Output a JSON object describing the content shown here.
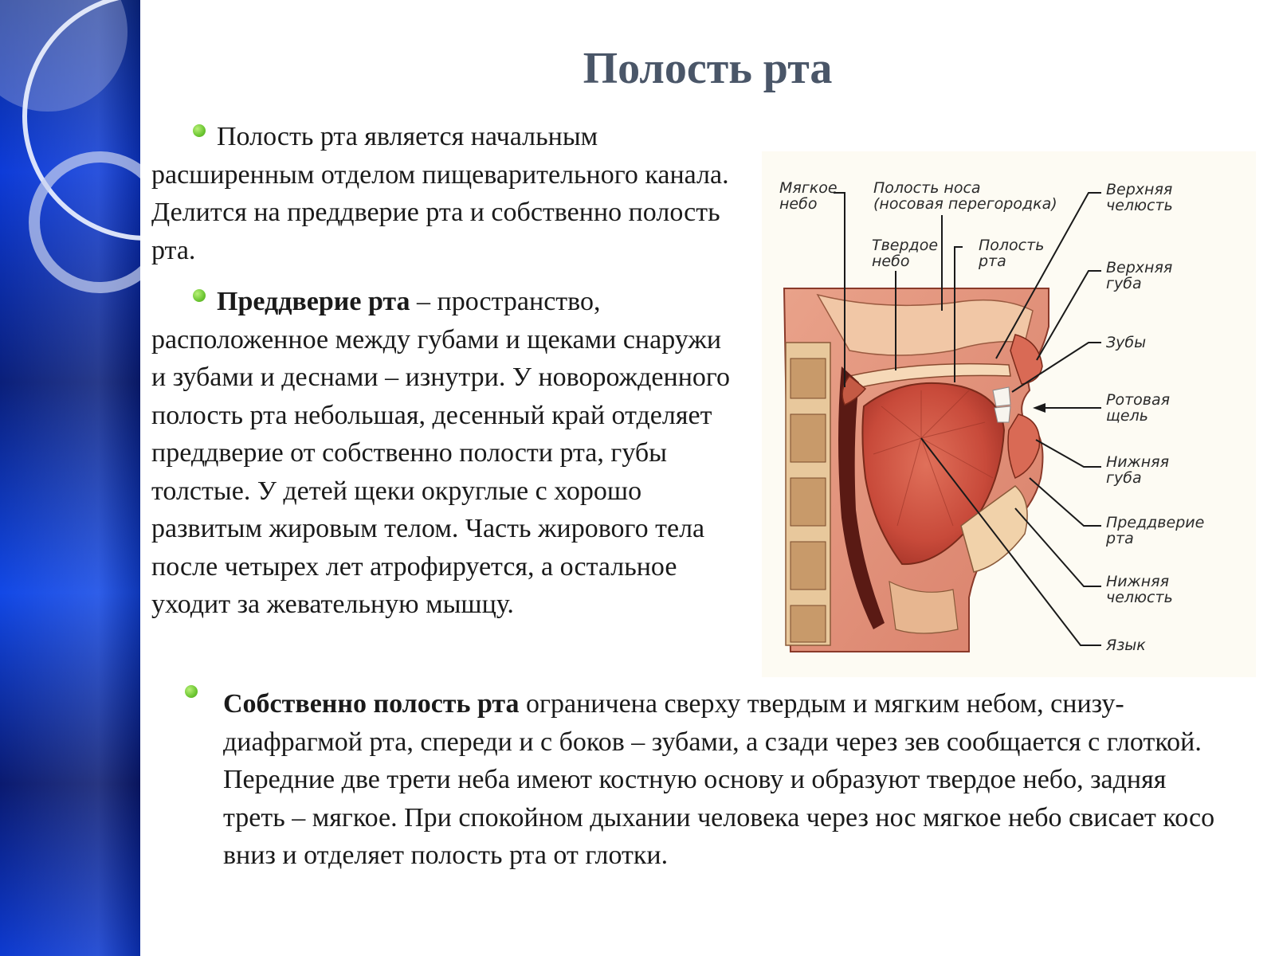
{
  "slide": {
    "title": "Полость рта"
  },
  "paragraphs": [
    {
      "bold": "",
      "text": "Полость рта является начальным расширенным отделом пищеварительного канала. Делится на преддверие рта и собственно полость рта."
    },
    {
      "bold": "Преддверие рта",
      "text": " – пространство, расположенное между губами и щеками снаружи и зубами и деснами – изнутри. У новорожденного полость рта небольшая, десенный край отделяет преддверие от собственно полости рта, губы толстые. У детей щеки округлые с хорошо развитым жировым телом. Часть жирового тела после четырех лет атрофируется, а остальное уходит за жевательную мышцу."
    },
    {
      "bold": "Собственно полость рта",
      "text": " ограничена сверху твердым и мягким небом, снизу- диафрагмой рта, спереди и с боков – зубами, а сзади через зев сообщается с глоткой. Передние две трети неба имеют костную основу и образуют твердое небо, задняя треть – мягкое. При спокойном дыхании человека через нос мягкое небо свисает косо вниз и отделяет полость рта от глотки."
    }
  ],
  "figure": {
    "labels": {
      "soft_palate": "Мягкое\nнебо",
      "nasal_cavity": "Полость  носа\n(носовая  перегородка)",
      "hard_palate": "Твердое\nнебо",
      "oral_cavity": "Полость\nрта",
      "upper_jaw": "Верхняя\nчелюсть",
      "upper_lip": "Верхняя\nгуба",
      "teeth": "Зубы",
      "oral_fissure": "Ротовая\nщель",
      "lower_lip": "Нижняя\nгуба",
      "vestibule": "Преддверие\nрта",
      "lower_jaw": "Нижняя\nчелюсть",
      "tongue": "Язык"
    }
  }
}
